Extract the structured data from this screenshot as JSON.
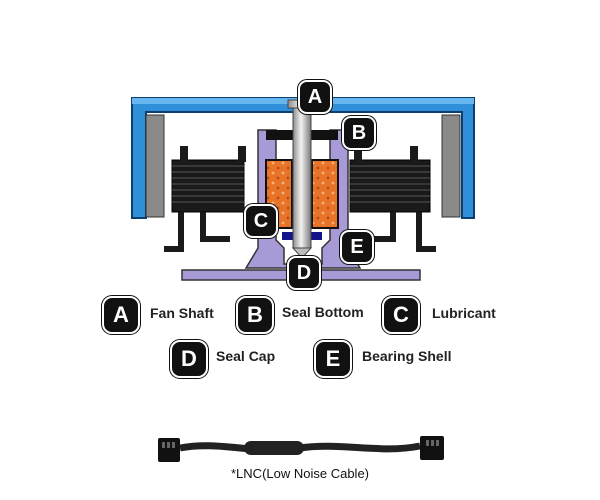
{
  "markers": {
    "a": "A",
    "b": "B",
    "c": "C",
    "d": "D",
    "e": "E"
  },
  "legend": [
    {
      "letter": "A",
      "label": "Fan Shaft"
    },
    {
      "letter": "B",
      "label": "Seal Bottom"
    },
    {
      "letter": "C",
      "label": "Lubricant"
    },
    {
      "letter": "D",
      "label": "Seal Cap"
    },
    {
      "letter": "E",
      "label": "Bearing Shell"
    }
  ],
  "cable": {
    "caption": "*LNC(Low Noise Cable)"
  },
  "colors": {
    "hub_blue": "#2f8fd8",
    "core_gray": "#8a8a8a",
    "base_purple": "#a89ad6",
    "lubricant_orange": "#e8742a",
    "shaft_silver": "#d9d9d9",
    "seal_black": "#111111"
  }
}
